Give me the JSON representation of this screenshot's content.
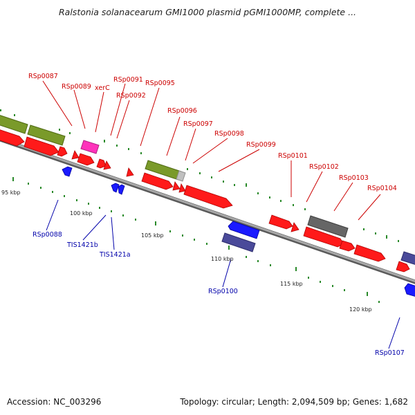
{
  "title": "Ralstonia solanacearum GMI1000 plasmid pGMI1000MP, complete ...",
  "footer": {
    "accession": "Accession: NC_003296",
    "summary": "Topology: circular; Length: 2,094,509 bp; Genes: 1,682"
  },
  "colors": {
    "backbone": "#8c8c8c",
    "forward_cds": "#ff1a1a",
    "reverse_cds": "#1a1aff",
    "olive_feature": "#7a9a2a",
    "magenta_feature": "#ff33bb",
    "dark_gray_feature": "#666666",
    "light_gray_feature": "#c0c0c0",
    "slate_feature": "#4a4a9a",
    "tick_mark": "#2a8a2a",
    "label_top": "#cc0000",
    "label_bottom": "#0000aa"
  },
  "scale_labels": [
    "95 kbp",
    "100 kbp",
    "105 kbp",
    "110 kbp",
    "115 kbp",
    "120 kbp"
  ],
  "top_labels": [
    "RSp0087",
    "RSp0089",
    "xerC",
    "RSp0091",
    "RSp0092",
    "RSp0095",
    "RSp0096",
    "RSp0097",
    "RSp0098",
    "RSp0099",
    "RSp0101",
    "RSp0102",
    "RSp0103",
    "RSp0104"
  ],
  "bottom_labels": [
    "RSp0088",
    "TIS1421b",
    "TIS1421a",
    "RSp0100",
    "RSp0107"
  ]
}
